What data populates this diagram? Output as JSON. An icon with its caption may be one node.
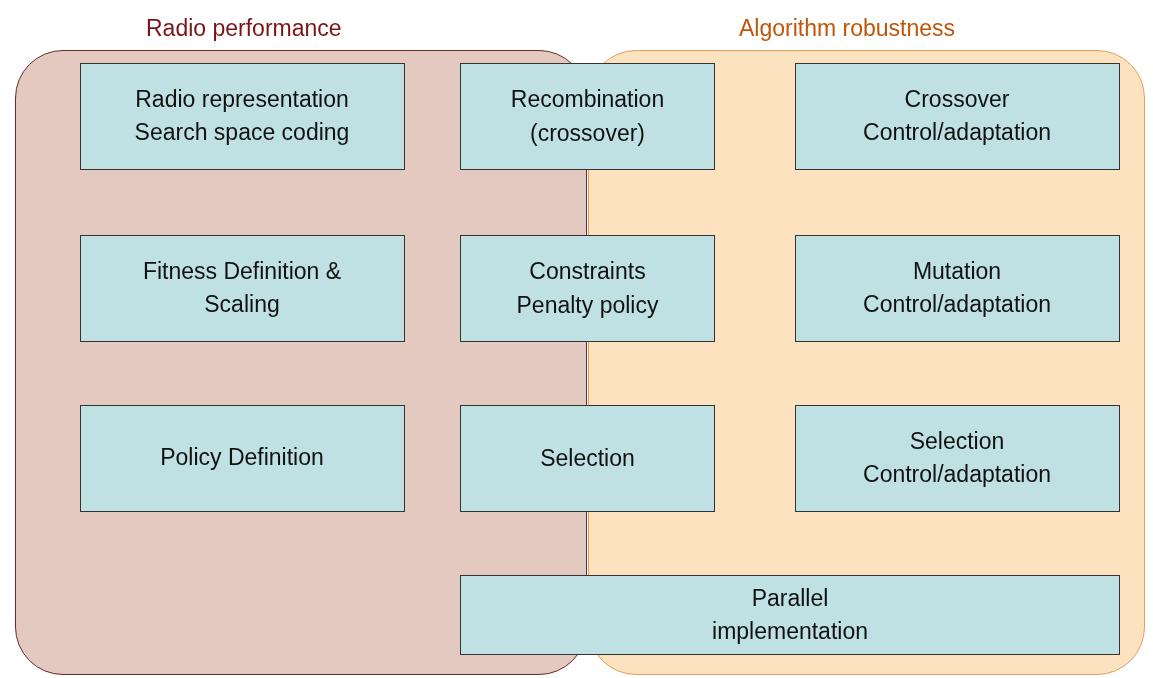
{
  "diagram": {
    "nodes": [
      {
        "text": [
          "Radio performance"
        ]
      },
      {
        "text": [
          "Algorithm robustness"
        ]
      },
      {
        "text": [
          "Radio representation Search space coding"
        ],
        "in": 0
      },
      {
        "text": [
          "Recombination (crossover)"
        ]
      },
      {
        "text": [
          "Crossover Control/adaptation"
        ],
        "in": 1
      },
      {
        "text": [
          "Fitness Definition & Scaling"
        ],
        "in": 0
      },
      {
        "text": [
          "Constraints Penalty policy"
        ]
      },
      {
        "text": [
          "Mutation Control/adaptation"
        ],
        "in": 1
      },
      {
        "text": [
          "Policy Definition"
        ],
        "in": 0
      },
      {
        "text": [
          "Selection"
        ]
      },
      {
        "text": [
          "Selection Control/adaptation"
        ],
        "in": 1
      },
      {
        "text": [
          "Parallel implementation"
        ]
      }
    ],
    "edges": []
  }
}
